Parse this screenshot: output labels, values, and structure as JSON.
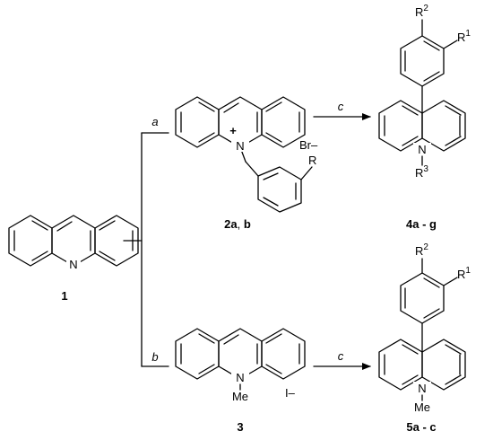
{
  "compounds": {
    "c1": {
      "id": "1",
      "atom_n": "N"
    },
    "c2": {
      "id_a": "2a",
      "sep": ", ",
      "id_b": "b",
      "charge": "+",
      "atom_n": "N",
      "counter_ion": "Br–",
      "substituent": "R"
    },
    "c3": {
      "id": "3",
      "atom_n": "N",
      "methyl": "Me",
      "counter_ion": "I–"
    },
    "c4": {
      "id": "4a - g",
      "atom_n": "N",
      "r1": "R",
      "r1_sup": "1",
      "r2": "R",
      "r2_sup": "2",
      "r3": "R",
      "r3_sup": "3"
    },
    "c5": {
      "id": "5a - c",
      "atom_n": "N",
      "methyl": "Me",
      "r1": "R",
      "r1_sup": "1",
      "r2": "R",
      "r2_sup": "2"
    }
  },
  "steps": {
    "a": "a",
    "b": "b",
    "c_top": "c",
    "c_bottom": "c"
  }
}
